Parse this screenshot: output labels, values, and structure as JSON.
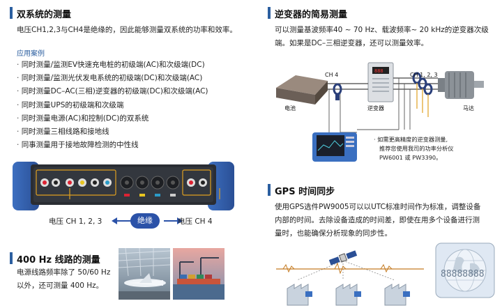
{
  "dual": {
    "title": "双系统的测量",
    "desc": "电压CH1,2,3与CH4是绝缘的，因此能够测量双系统的功率和效率。",
    "cases_label": "应用案例",
    "cases": [
      "同时测量/监测EV快速充电桩的初级端(AC)和次级端(DC)",
      "同时测量/监测光伏发电系统的初级端(DC)和次级端(AC)",
      "同时测量DC–AC(三相)逆变器的初级端(DC)和次级端(AC)",
      "同时测量UPS的初级端和次级端",
      "同时测量电源(AC)和控制(DC)的双系统",
      "同时测量三相线路和接地线",
      "同事测量用于接地故障检测的中性线"
    ],
    "left_label": "电压 CH 1, 2, 3",
    "insulation": "绝缘",
    "right_label": "电压 CH 4"
  },
  "hz400": {
    "title": "400 Hz 线路的测量",
    "desc_lines": [
      "电源线路频率除了 50/60 Hz",
      "以外，还可测量 400 Hz。"
    ]
  },
  "inverter": {
    "title": "逆变器的简易测量",
    "desc_lines": [
      "可以测量基波频率40 ~ 70 Hz、载波频率~ 20 kHz的逆变器次级",
      "端。如果是DC–三相逆变器，还可以测量效率。"
    ],
    "ch4": "CH 4",
    "ch123": "CH 1, 2, 3",
    "battery": "电池",
    "inverter": "逆变器",
    "motor": "马达",
    "note_lines": [
      "· 如需更高精度的逆变器测量,",
      "推荐您使用我司的功率分析仪",
      "PW6001 或 PW3390。"
    ]
  },
  "gps": {
    "title": "GPS 时间同步",
    "desc_lines": [
      "使用GPS选件PW9005可以以UTC标准时间作为标准，调整设备",
      "内部的时间。去除设备造成的时间差，即使在用多个设备进行测",
      "量时，也能确保分析现象的同步性。"
    ],
    "clock_digits": "88888888"
  },
  "colors": {
    "accent": "#2c5fa0",
    "insulation": "#2b52a8"
  }
}
